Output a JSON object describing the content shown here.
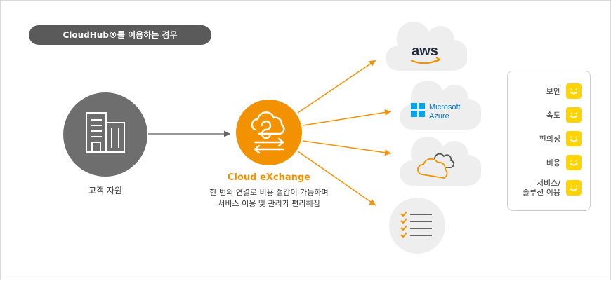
{
  "header": {
    "title": "CloudHub®를 이용하는 경우"
  },
  "customer": {
    "label": "고객 자원",
    "icon": "building-icon"
  },
  "hub": {
    "name": "Cloud eXchange",
    "desc_line1": "한 번의 연결로 비용 절감이 가능하며",
    "desc_line2": "서비스 이용 및 관리가 편리해짐",
    "icon": "cloud-exchange-icon"
  },
  "providers": [
    {
      "name": "aws",
      "icon": "aws-logo"
    },
    {
      "name_line1": "Microsoft",
      "name_line2": "Azure",
      "icon": "azure-logo"
    },
    {
      "name": "",
      "icon": "cloud-icon"
    },
    {
      "name": "",
      "icon": "checklist-icon"
    }
  ],
  "legend": {
    "items": [
      {
        "line1": "보안",
        "line2": ""
      },
      {
        "line1": "속도",
        "line2": ""
      },
      {
        "line1": "편의성",
        "line2": ""
      },
      {
        "line1": "비용",
        "line2": ""
      },
      {
        "line1": "서비스/",
        "line2": "솔루션 이용"
      }
    ]
  },
  "colors": {
    "accent": "#f39200",
    "gray": "#6e6e6e",
    "pill": "#5a5a5a",
    "smile": "#ffd400"
  }
}
